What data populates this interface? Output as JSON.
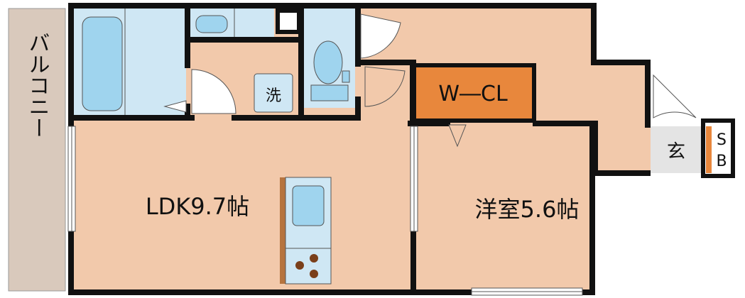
{
  "rooms": {
    "balcony": "バルコニー",
    "ldk": "LDK9.7帖",
    "bedroom": "洋室5.6帖",
    "walk_in_closet": "W―CL",
    "entrance": "玄",
    "shoe_box": [
      "S",
      "B"
    ],
    "washer": "洗"
  },
  "colors": {
    "wall": "#111111",
    "floor": "#f2c9ab",
    "wet_area": "#cfe7f4",
    "fixture": "#9fd4ee",
    "balcony": "#d9c9bc",
    "closet": "#e8873c",
    "entrance": "#e4e4e4",
    "counter": "#b6743f",
    "burner": "#7a3f1a"
  }
}
